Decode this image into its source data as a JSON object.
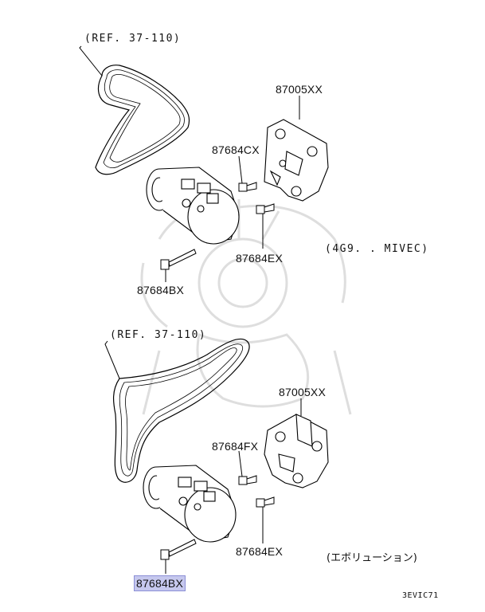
{
  "diagram": {
    "upper": {
      "ref_label": "(REF. 37-110)",
      "bracket_part": "87005XX",
      "bolt_cx": "87684CX",
      "bolt_ex": "87684EX",
      "bolt_bx": "87684BX",
      "variant": "(4G9. . MIVEC)"
    },
    "lower": {
      "ref_label": "(REF. 37-110)",
      "bracket_part": "87005XX",
      "bolt_fx": "87684FX",
      "bolt_ex": "87684EX",
      "bolt_bx": "87684BX",
      "variant": "(エボリューション)"
    },
    "code": "3EVIC71",
    "highlight_color": "#c6c8ee",
    "watermark_color": "#d8d8d8"
  }
}
